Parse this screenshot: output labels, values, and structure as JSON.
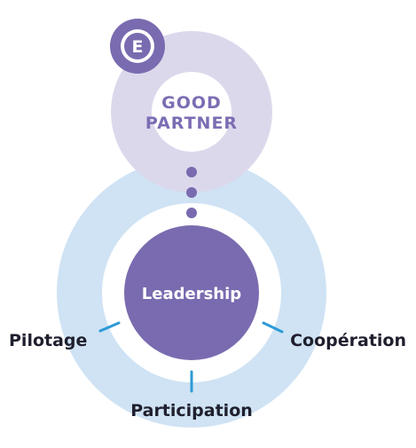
{
  "badge": {
    "letter": "E"
  },
  "top_circle": {
    "line1": "GOOD",
    "line2": "PARTNER"
  },
  "center": {
    "label": "Leadership"
  },
  "outer_labels": {
    "left": "Pilotage",
    "right": "Coopération",
    "bottom": "Participation"
  },
  "colors": {
    "purple": "#7a6bb0",
    "lavender": "#dcd8ec",
    "light_blue": "#cfe3f4",
    "connector_blue": "#2d9ad6",
    "text_dark": "#1f1f2e"
  }
}
